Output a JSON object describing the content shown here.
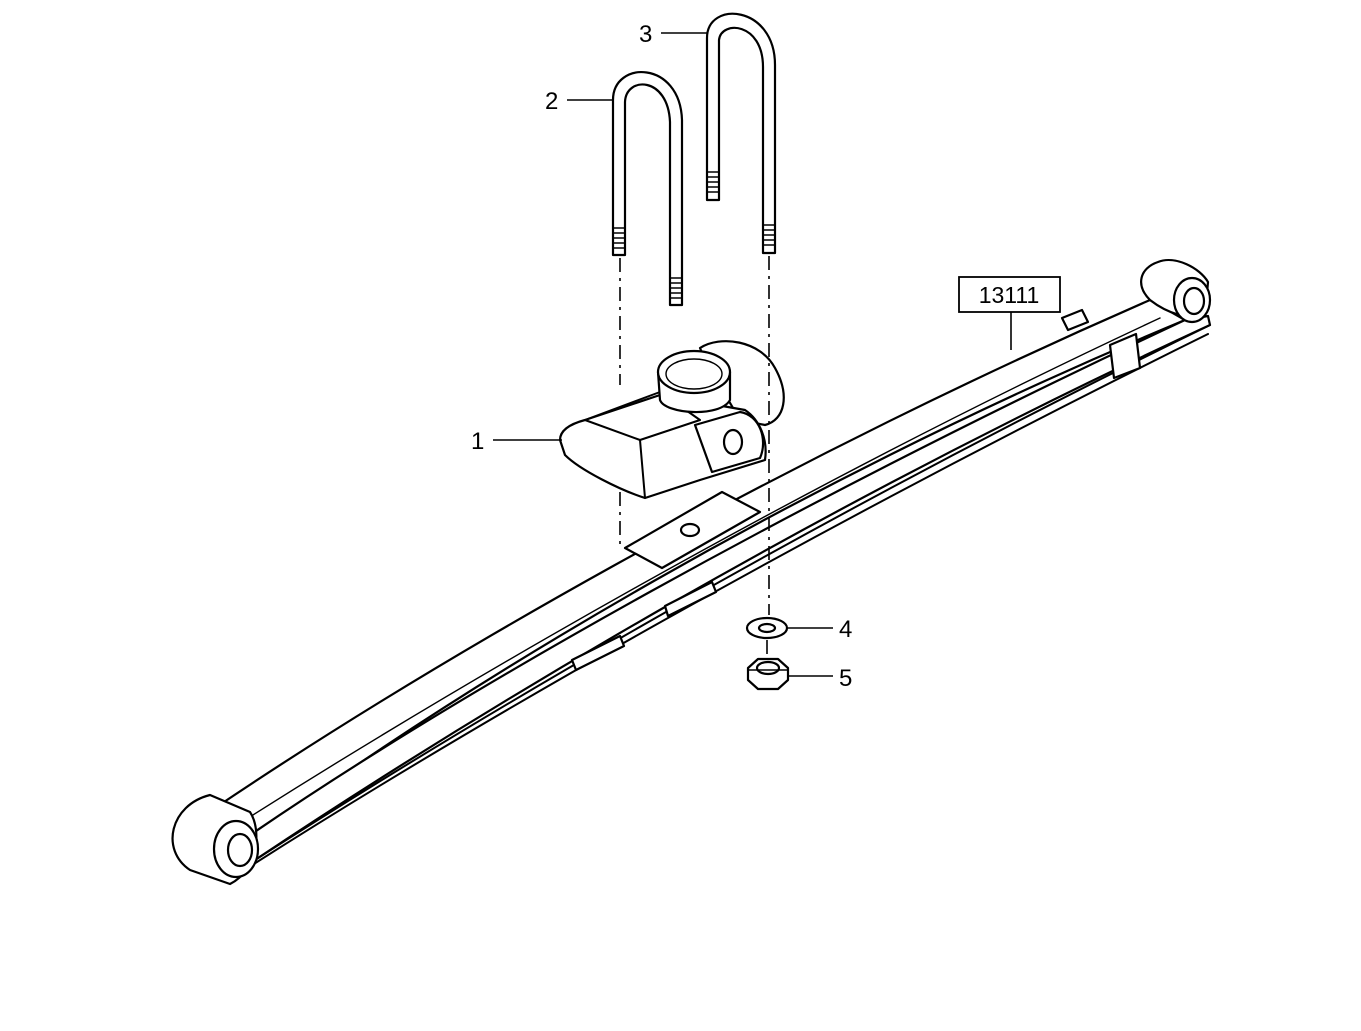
{
  "diagram": {
    "callouts": [
      {
        "id": "1",
        "label": "1"
      },
      {
        "id": "2",
        "label": "2"
      },
      {
        "id": "3",
        "label": "3"
      },
      {
        "id": "4",
        "label": "4"
      },
      {
        "id": "5",
        "label": "5"
      }
    ],
    "reference_box": {
      "label": "13111"
    },
    "colors": {
      "line": "#000000",
      "background": "#ffffff"
    }
  }
}
